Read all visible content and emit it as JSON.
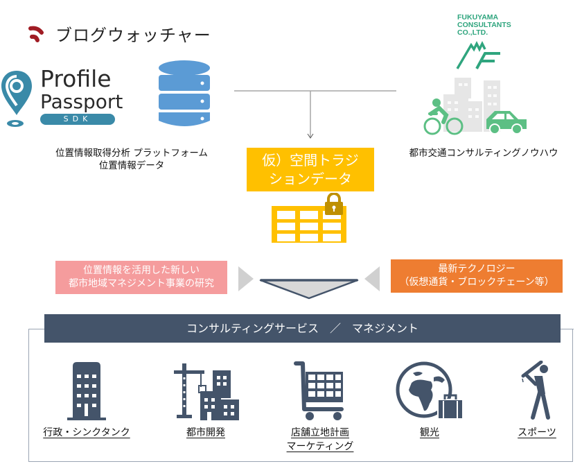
{
  "logos": {
    "blogwatcher": "ブログウォッチャー",
    "profile_passport": {
      "line1": "Profile",
      "line2": "Passport",
      "badge": "SDK"
    },
    "fukuyama": {
      "line1": "FUKUYAMA",
      "line2": "CONSULTANTS",
      "line3": "CO.,LTD."
    }
  },
  "left_caption": {
    "line1": "位置情報取得分析 プラットフォーム",
    "line2": "位置情報データ"
  },
  "right_caption": "都市交通コンサルティングノウハウ",
  "spatial_box": {
    "line1": "仮）空間トラジ",
    "line2": "ションデータ"
  },
  "pink_box": {
    "line1": "位置情報を活用した新しい",
    "line2": "都市地域マネジメント事業の研究"
  },
  "orange_box": {
    "line1": "最新テクノロジー",
    "line2": "（仮想通貨・ブロックチェーン等）"
  },
  "banner": "コンサルティングサービス　／　マネジメント",
  "services": [
    {
      "icon": "office-building-icon",
      "label": "行政・シンクタンク"
    },
    {
      "icon": "construction-crane-icon",
      "label": "都市開発"
    },
    {
      "icon": "shopping-cart-icon",
      "label": "店舗立地計画",
      "label2": "マーケティング"
    },
    {
      "icon": "globe-luggage-icon",
      "label": "観光"
    },
    {
      "icon": "baseball-batter-icon",
      "label": "スポーツ"
    }
  ],
  "colors": {
    "yellow": "#ffc000",
    "pink": "#f59c9d",
    "orange": "#ee7d31",
    "navy": "#44546a",
    "teal": "#3a8aa8",
    "green": "#5cbf84",
    "blogwatcher_red": "#a01c24"
  }
}
